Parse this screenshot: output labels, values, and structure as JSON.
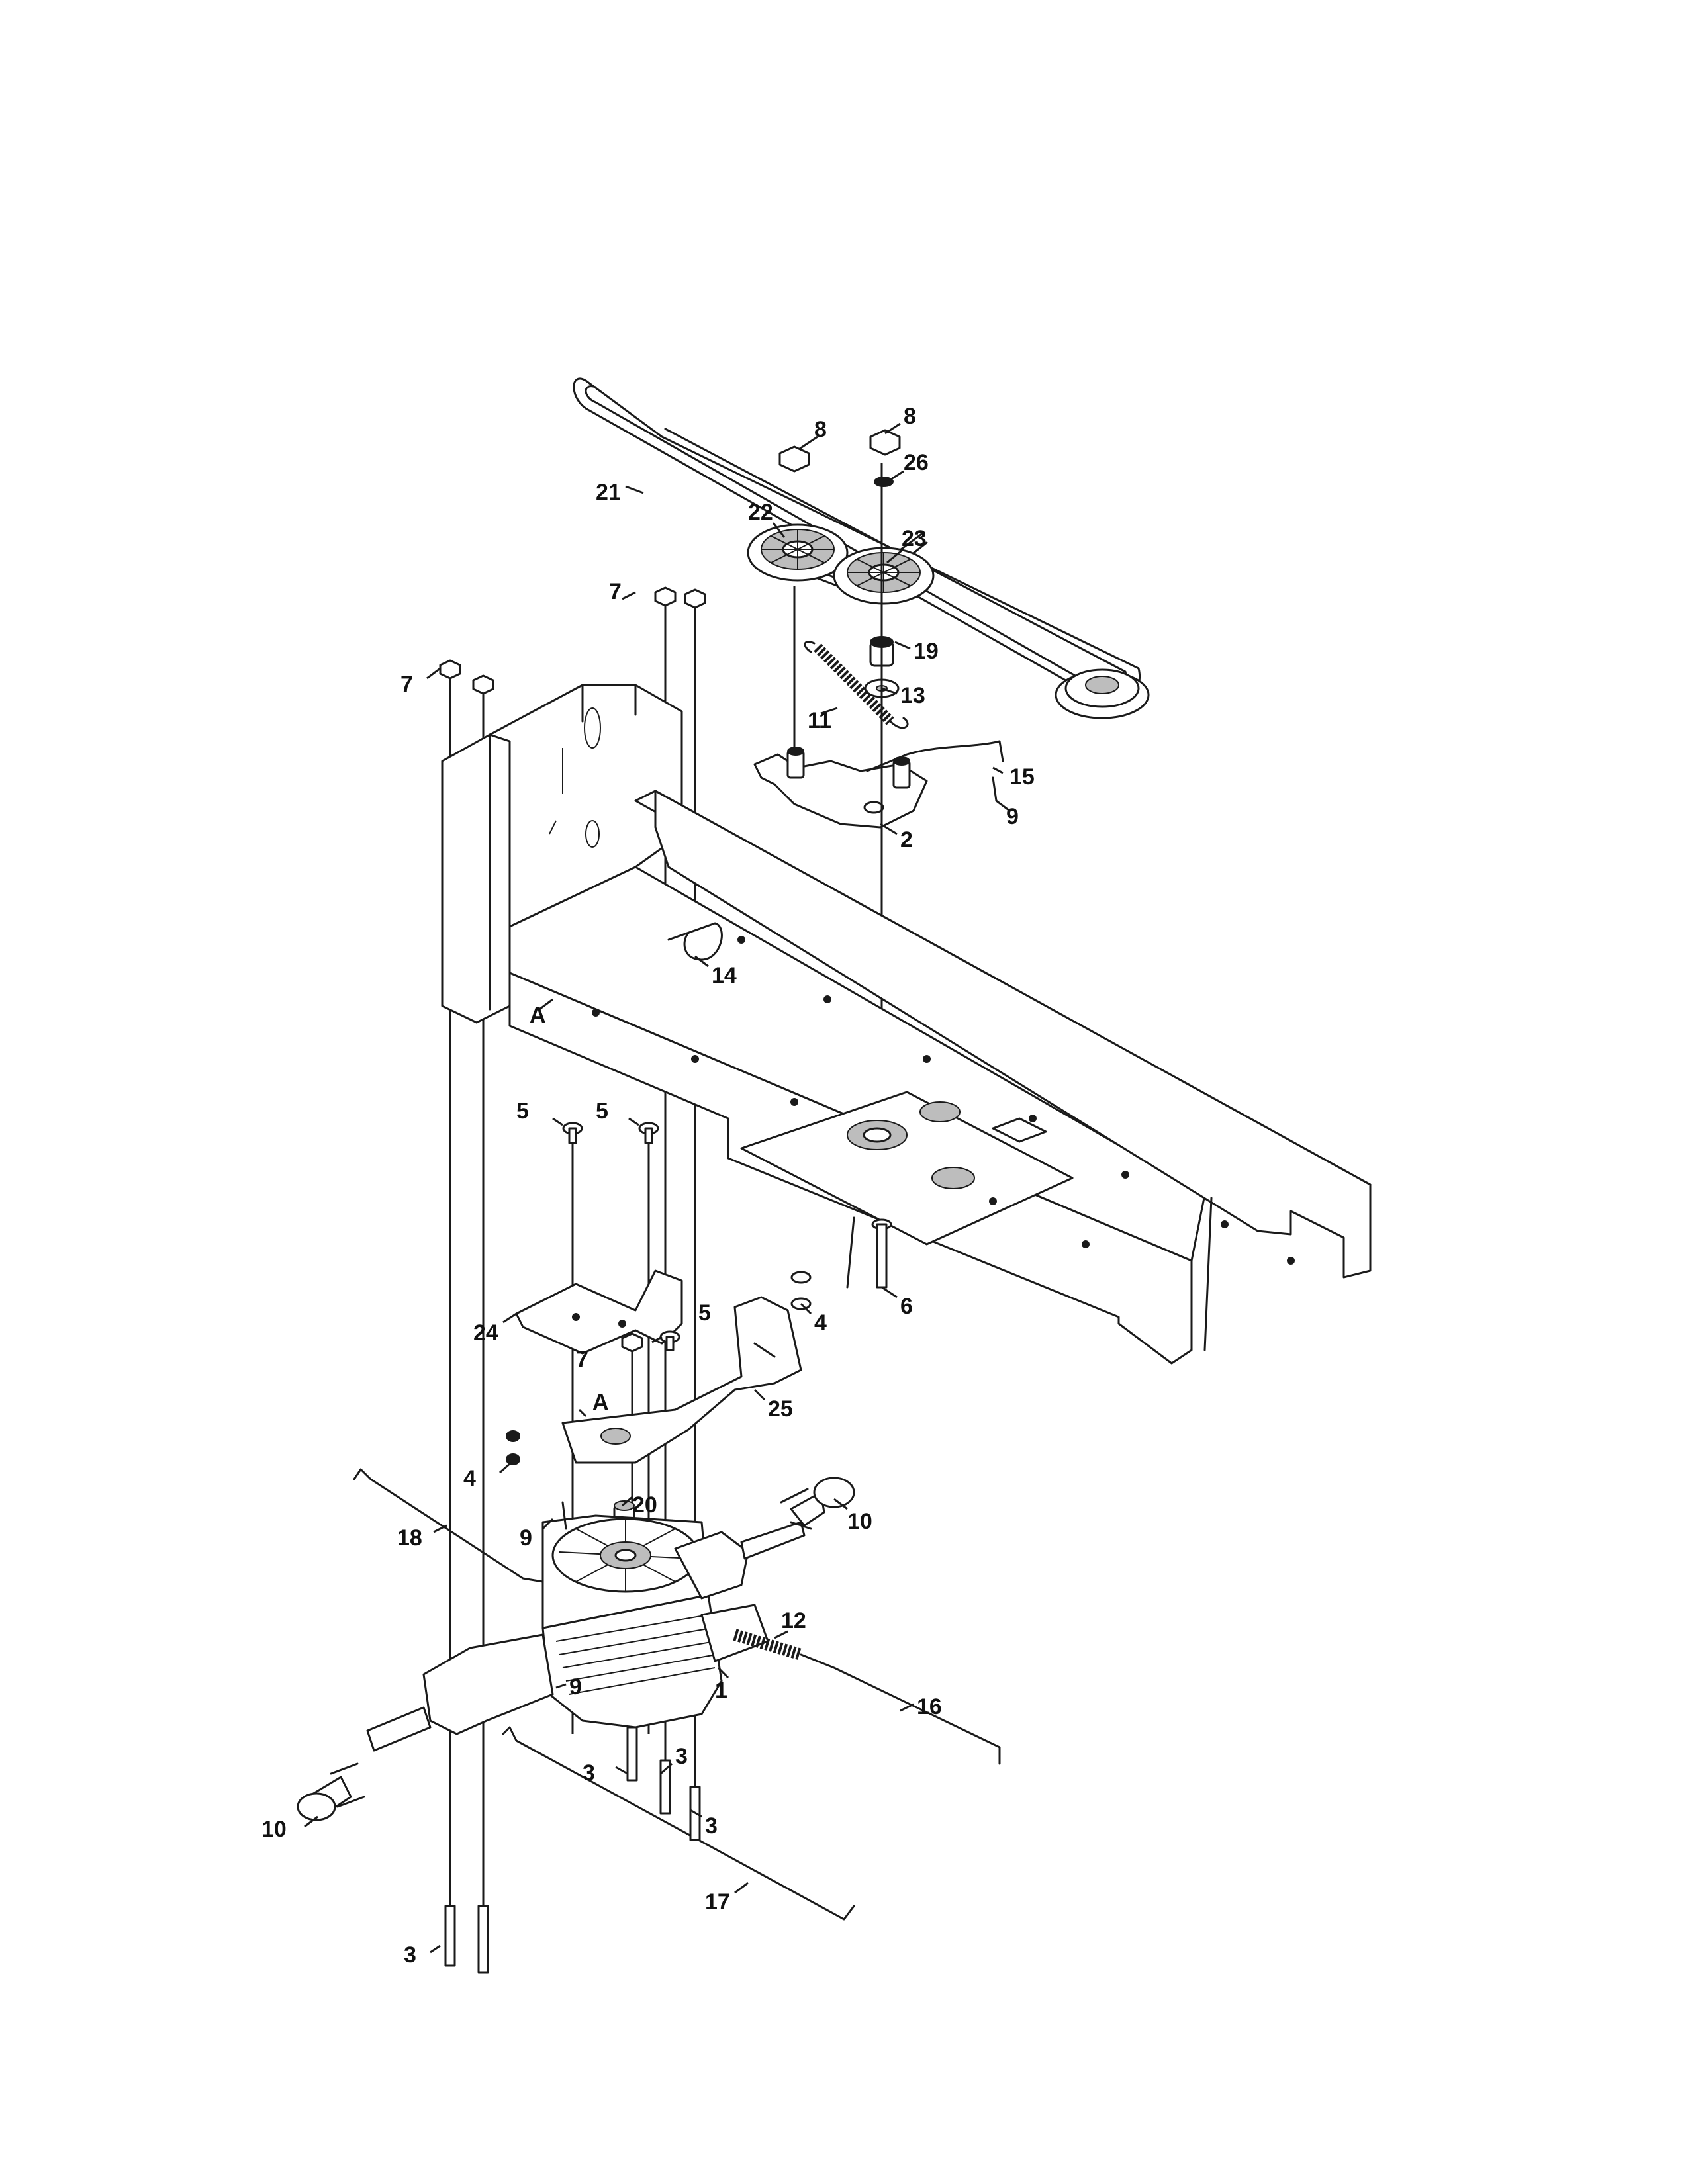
{
  "callouts": [
    {
      "id": "c1",
      "text": "1"
    },
    {
      "id": "c2",
      "text": "2"
    },
    {
      "id": "c3a",
      "text": "3"
    },
    {
      "id": "c3b",
      "text": "3"
    },
    {
      "id": "c3c",
      "text": "3"
    },
    {
      "id": "c3d",
      "text": "3"
    },
    {
      "id": "c4a",
      "text": "4"
    },
    {
      "id": "c4b",
      "text": "4"
    },
    {
      "id": "c5a",
      "text": "5"
    },
    {
      "id": "c5b",
      "text": "5"
    },
    {
      "id": "c5c",
      "text": "5"
    },
    {
      "id": "c6",
      "text": "6"
    },
    {
      "id": "c7a",
      "text": "7"
    },
    {
      "id": "c7b",
      "text": "7"
    },
    {
      "id": "c7c",
      "text": "7"
    },
    {
      "id": "c8a",
      "text": "8"
    },
    {
      "id": "c8b",
      "text": "8"
    },
    {
      "id": "c9a",
      "text": "9"
    },
    {
      "id": "c9b",
      "text": "9"
    },
    {
      "id": "c9c",
      "text": "9"
    },
    {
      "id": "c10a",
      "text": "10"
    },
    {
      "id": "c10b",
      "text": "10"
    },
    {
      "id": "c11",
      "text": "11"
    },
    {
      "id": "c12",
      "text": "12"
    },
    {
      "id": "c13",
      "text": "13"
    },
    {
      "id": "c14",
      "text": "14"
    },
    {
      "id": "c15",
      "text": "15"
    },
    {
      "id": "c16",
      "text": "16"
    },
    {
      "id": "c17",
      "text": "17"
    },
    {
      "id": "c18",
      "text": "18"
    },
    {
      "id": "c19",
      "text": "19"
    },
    {
      "id": "c20",
      "text": "20"
    },
    {
      "id": "c21",
      "text": "21"
    },
    {
      "id": "c22",
      "text": "22"
    },
    {
      "id": "c23",
      "text": "23"
    },
    {
      "id": "c24",
      "text": "24"
    },
    {
      "id": "c25",
      "text": "25"
    },
    {
      "id": "c26",
      "text": "26"
    },
    {
      "id": "cA1",
      "text": "A"
    },
    {
      "id": "cA2",
      "text": "A"
    }
  ]
}
